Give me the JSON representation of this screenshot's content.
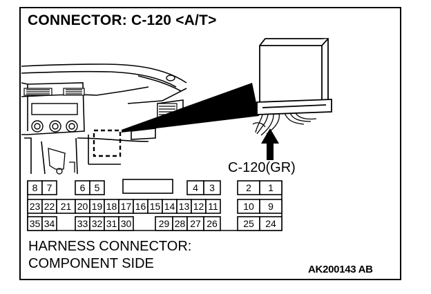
{
  "title": "CONNECTOR: C-120 <A/T>",
  "connector_tag": "C-120(GR)",
  "harness": {
    "line1": "HARNESS CONNECTOR:",
    "line2": "COMPONENT SIDE"
  },
  "figure_code": "AK200143 AB",
  "pins": {
    "row1": [
      "8",
      "7",
      "6",
      "5",
      "4",
      "3",
      "2",
      "1"
    ],
    "row2": [
      "23",
      "22",
      "21",
      "20",
      "19",
      "18",
      "17",
      "16",
      "15",
      "14",
      "13",
      "12",
      "11",
      "10",
      "9"
    ],
    "row3": [
      "35",
      "34",
      "33",
      "32",
      "31",
      "30",
      "29",
      "28",
      "27",
      "26",
      "25",
      "24"
    ]
  }
}
